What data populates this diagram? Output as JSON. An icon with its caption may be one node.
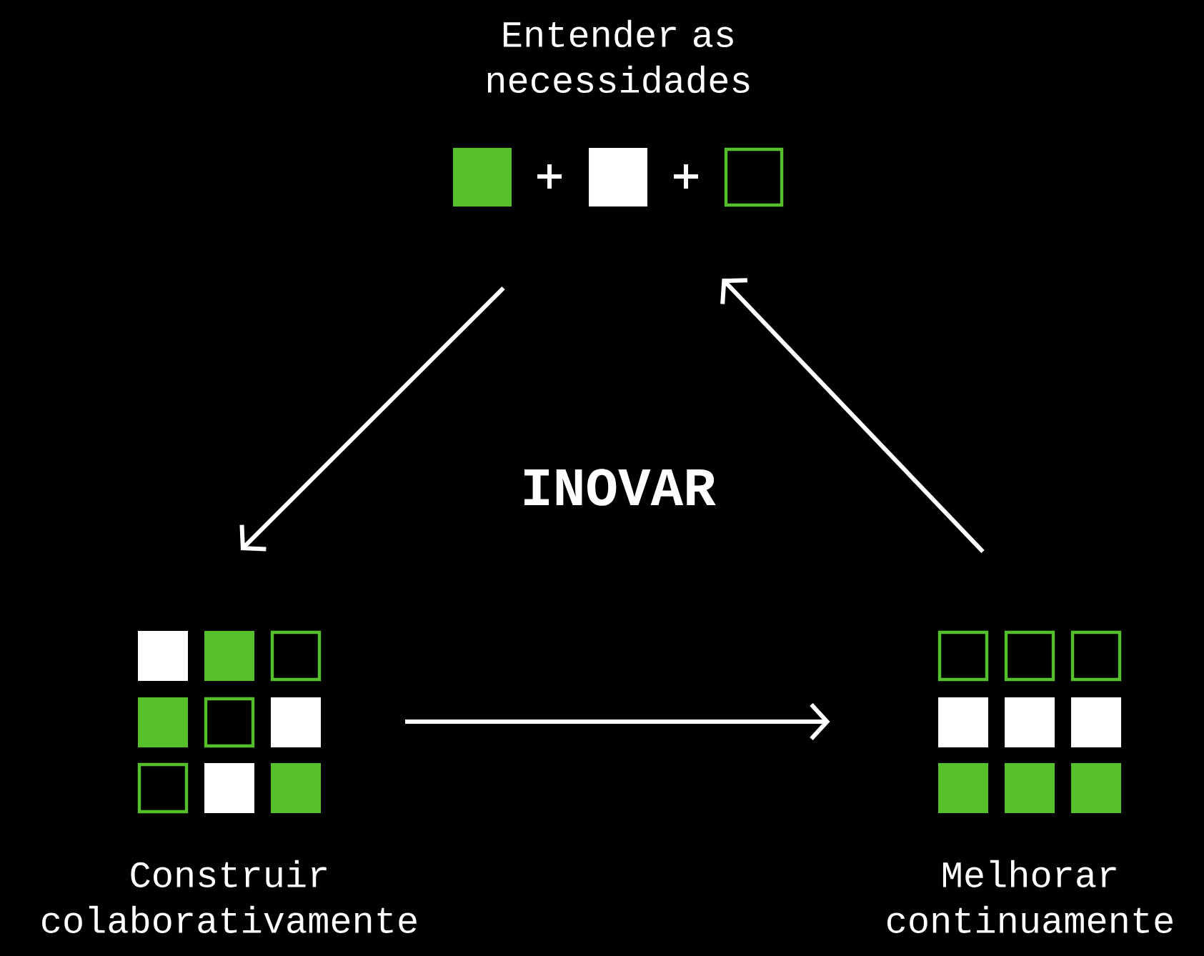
{
  "diagram": {
    "nodes": [
      {
        "text": [
          "Entender as necessidades"
        ]
      },
      {
        "text": [
          "Construir colaborativamente"
        ]
      },
      {
        "text": [
          "Melhorar continuamente"
        ]
      }
    ],
    "edges": [
      {
        "from": 0,
        "to": 1,
        "arrow": "to"
      },
      {
        "from": 1,
        "to": 2,
        "arrow": "to"
      },
      {
        "from": 2,
        "to": 0,
        "arrow": "to"
      }
    ],
    "labels": [
      "INOVAR"
    ]
  }
}
